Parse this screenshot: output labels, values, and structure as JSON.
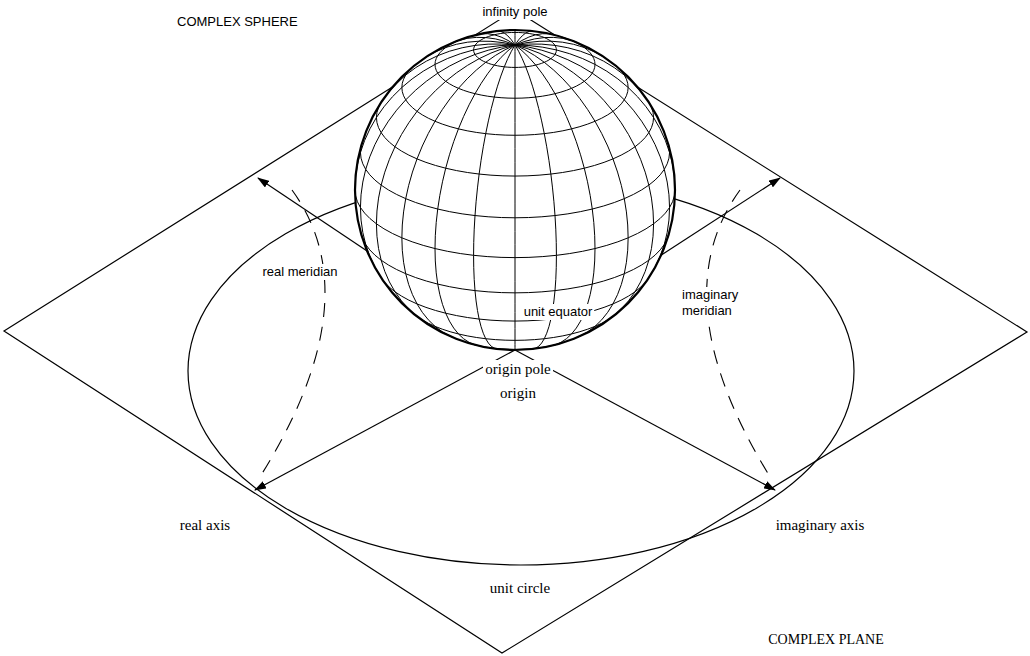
{
  "diagram": {
    "labels": [
      "COMPLEX SPHERE",
      "infinity pole",
      "real meridian",
      "unit equator",
      "imaginary meridian",
      "origin pole",
      "origin",
      "real axis",
      "unit circle",
      "imaginary axis",
      "COMPLEX PLANE"
    ]
  }
}
